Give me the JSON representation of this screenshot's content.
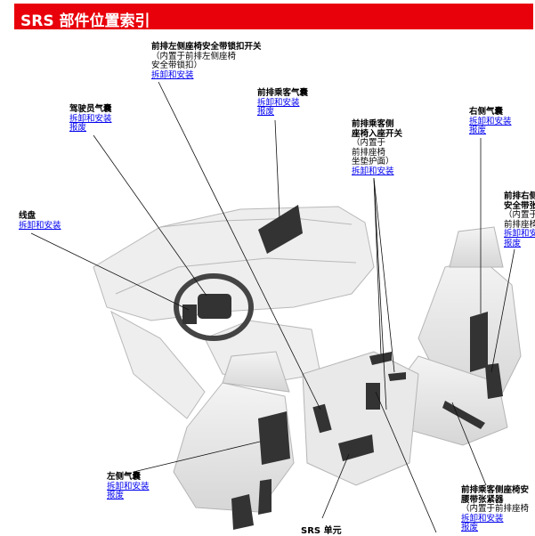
{
  "page": {
    "title": "SRS 部件位置索引"
  },
  "links": {
    "install": "拆卸和安装",
    "scrap": "报废"
  },
  "callouts": {
    "driver_airbag": {
      "name": "驾驶员气囊"
    },
    "steering_wheel": {
      "name": "线盘"
    },
    "front_left_buckle": {
      "name": "前排左侧座椅安全带锁扣开关",
      "note1": "（内置于前排左侧座椅",
      "note2": "安全带锁扣）"
    },
    "passenger_airbag": {
      "name": "前排乘客气囊"
    },
    "occupant_switch": {
      "name1": "前排乘客侧",
      "name2": "座椅入座开关",
      "note1": "（内置于",
      "note2": "前排座椅",
      "note3": "坐垫护面）"
    },
    "right_side_airbag": {
      "name": "右侧气囊"
    },
    "right_seatbelt": {
      "name1": "前排右侧",
      "name2": "安全带张",
      "note1": "（内置于",
      "note2": "前排座椅"
    },
    "left_side_airbag": {
      "name": "左侧气囊"
    },
    "srs_unit": {
      "name": "SRS 单元"
    },
    "passenger_lap": {
      "name1": "前排乘客侧座椅安",
      "name2": "腰带张紧器",
      "note1": "（内置于前排座椅"
    }
  }
}
